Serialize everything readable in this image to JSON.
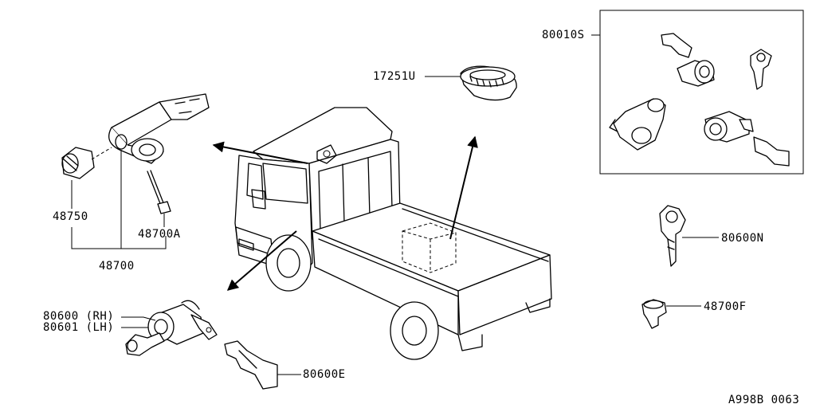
{
  "labels": {
    "p48750": "48750",
    "p48700a": "48700A",
    "p48700": "48700",
    "p80600rh": "80600 (RH)",
    "p80601lh": "80601 (LH)",
    "p80600e": "80600E",
    "p17251u": "17251U",
    "p80010s": "80010S",
    "p80600n": "80600N",
    "p48700f": "48700F",
    "diagram_code": "A998B 0063"
  }
}
